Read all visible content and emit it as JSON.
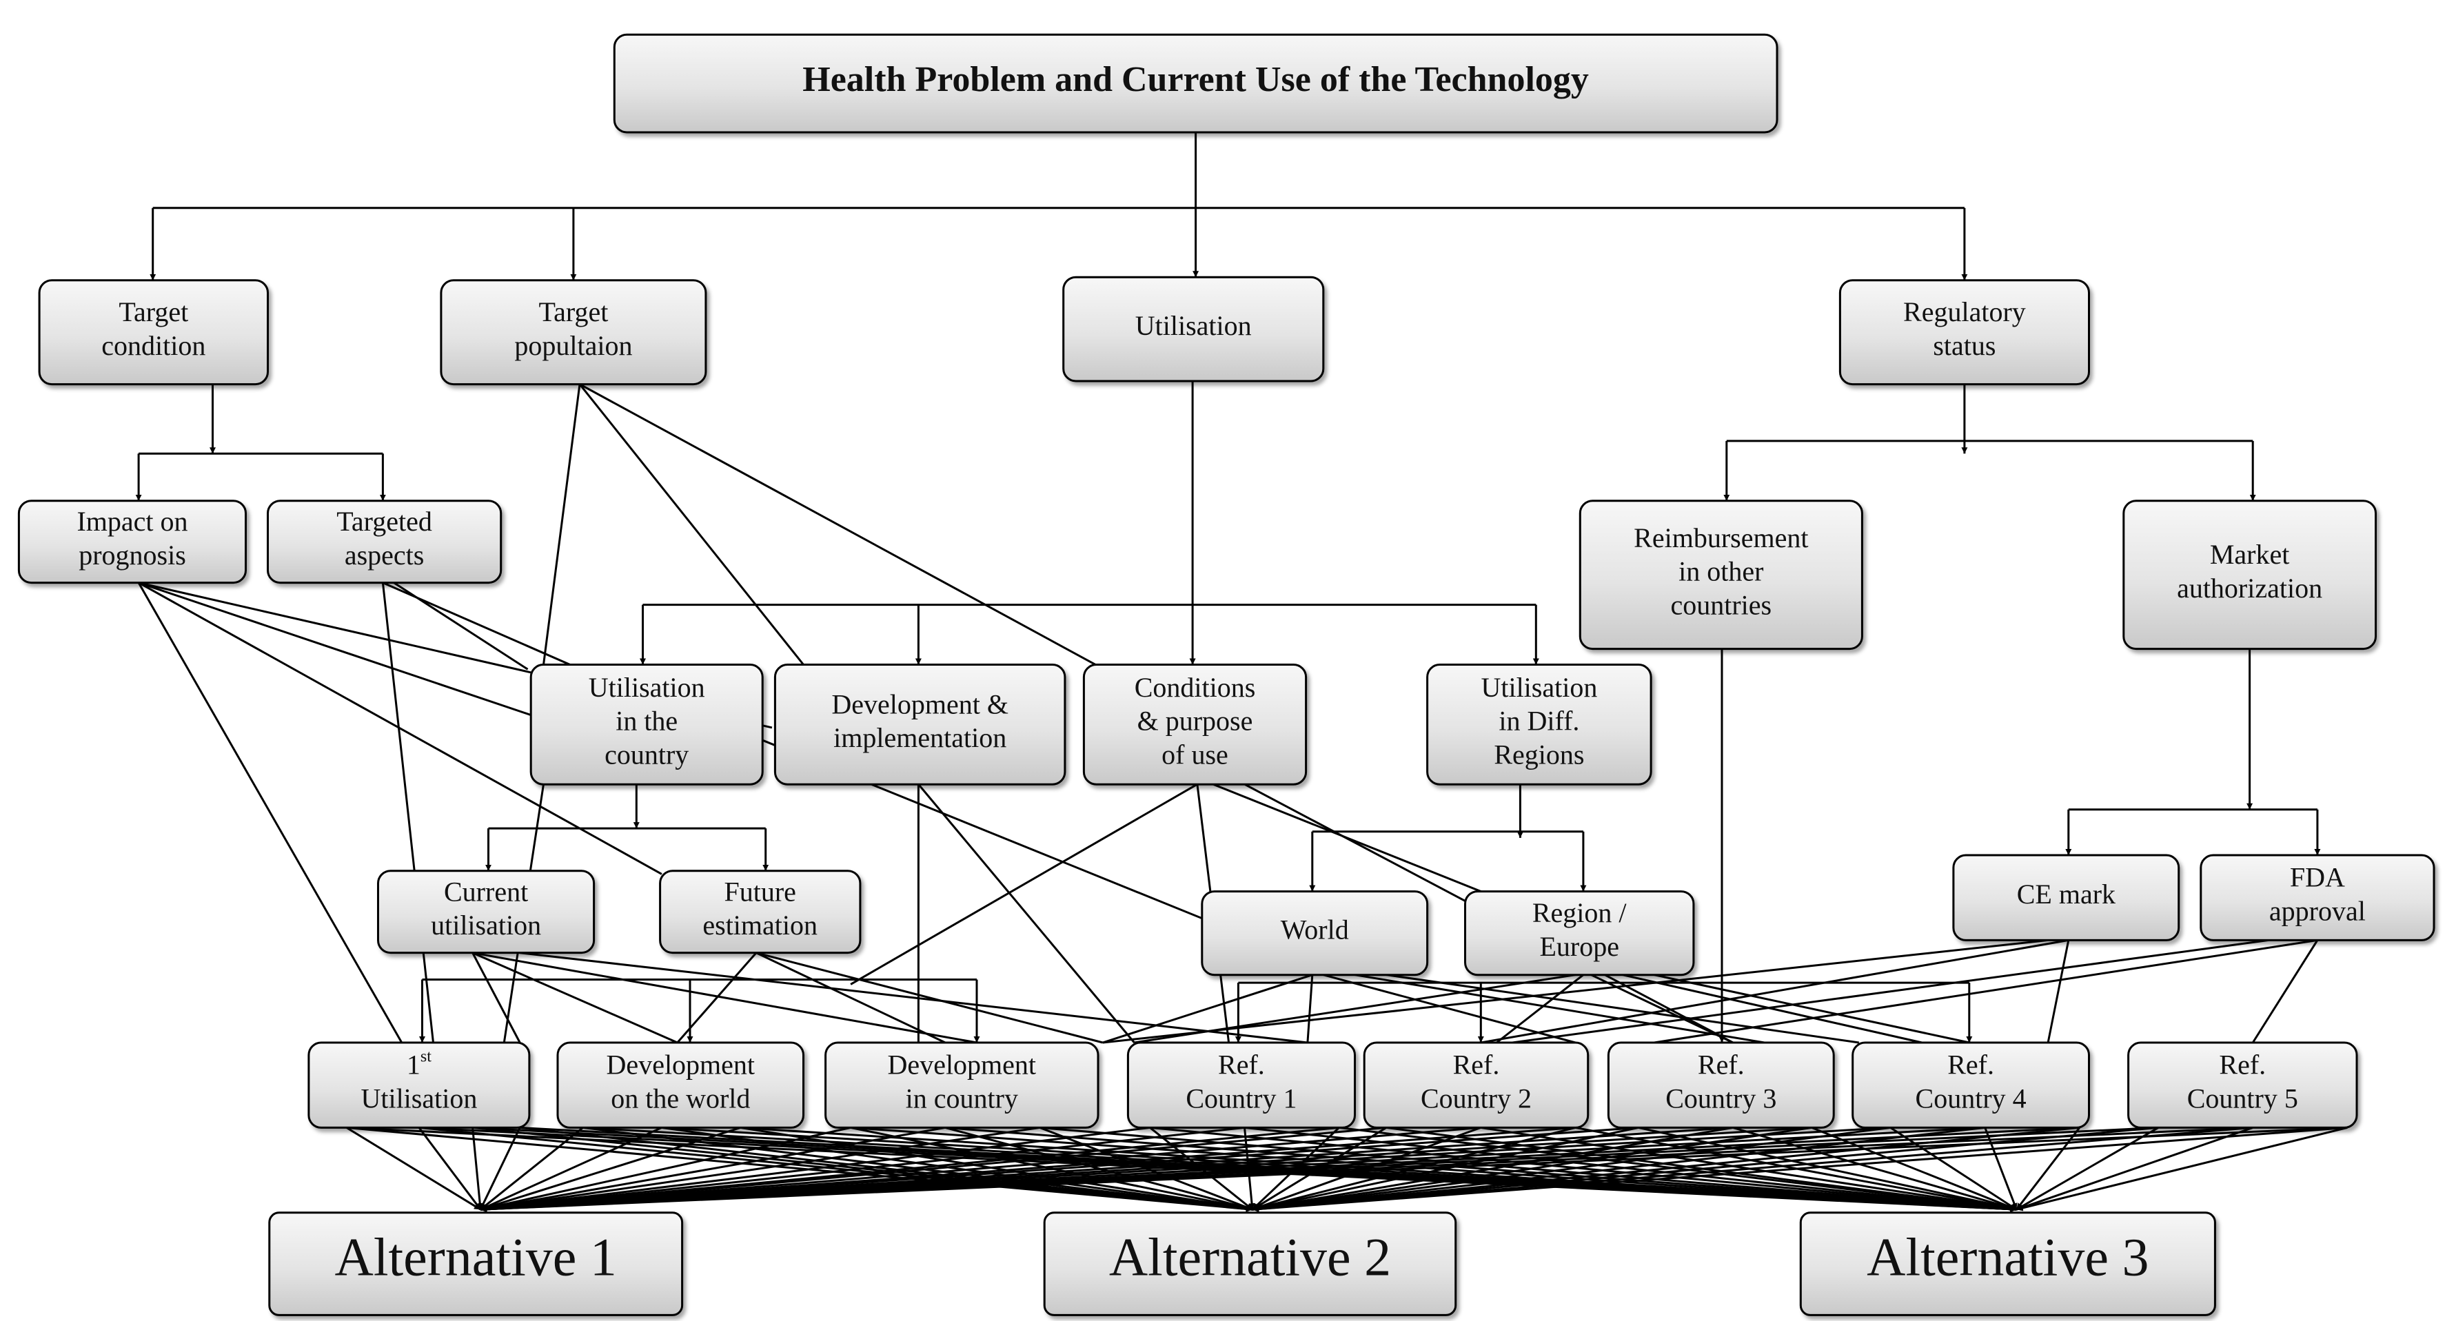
{
  "nodes": [
    {
      "id": "title",
      "lines": [
        "Health Problem and Current Use of the Technology"
      ],
      "bold": true
    },
    {
      "id": "target-condition",
      "lines": [
        "Target",
        "condition"
      ]
    },
    {
      "id": "target-population",
      "lines": [
        "Target",
        "popultaion"
      ]
    },
    {
      "id": "utilisation",
      "lines": [
        "Utilisation"
      ]
    },
    {
      "id": "regulatory-status",
      "lines": [
        "Regulatory",
        "status"
      ]
    },
    {
      "id": "impact-on-prognosis",
      "lines": [
        "Impact on",
        "prognosis"
      ]
    },
    {
      "id": "targeted-aspects",
      "lines": [
        "Targeted",
        "aspects"
      ]
    },
    {
      "id": "reimbursement",
      "lines": [
        "Reimbursement",
        "in other",
        "countries"
      ]
    },
    {
      "id": "market-authorization",
      "lines": [
        "Market",
        "authorization"
      ]
    },
    {
      "id": "utilisation-in-country",
      "lines": [
        "Utilisation",
        "in the",
        "country"
      ]
    },
    {
      "id": "development-implementation",
      "lines": [
        "Development &",
        "implementation"
      ]
    },
    {
      "id": "conditions-purpose",
      "lines": [
        "Conditions",
        "& purpose",
        "of use"
      ]
    },
    {
      "id": "utilisation-diff-regions",
      "lines": [
        "Utilisation",
        "in Diff.",
        "Regions"
      ]
    },
    {
      "id": "current-utilisation",
      "lines": [
        "Current",
        "utilisation"
      ]
    },
    {
      "id": "future-estimation",
      "lines": [
        "Future",
        "estimation"
      ]
    },
    {
      "id": "world",
      "lines": [
        "World"
      ]
    },
    {
      "id": "region-europe",
      "lines": [
        "Region /",
        "Europe"
      ]
    },
    {
      "id": "ce-mark",
      "lines": [
        "CE mark"
      ]
    },
    {
      "id": "fda-approval",
      "lines": [
        "FDA",
        "approval"
      ]
    },
    {
      "id": "first-utilisation",
      "lines": [
        "1st",
        "Utilisation"
      ]
    },
    {
      "id": "development-world",
      "lines": [
        "Development",
        "on the world"
      ]
    },
    {
      "id": "development-country",
      "lines": [
        "Development",
        "in country"
      ]
    },
    {
      "id": "ref-country-1",
      "lines": [
        "Ref.",
        "Country 1"
      ]
    },
    {
      "id": "ref-country-2",
      "lines": [
        "Ref.",
        "Country 2"
      ]
    },
    {
      "id": "ref-country-3",
      "lines": [
        "Ref.",
        "Country 3"
      ]
    },
    {
      "id": "ref-country-4",
      "lines": [
        "Ref.",
        "Country 4"
      ]
    },
    {
      "id": "ref-country-5",
      "lines": [
        "Ref.",
        "Country 5"
      ]
    },
    {
      "id": "alternative-1",
      "lines": [
        "Alternative 1"
      ]
    },
    {
      "id": "alternative-2",
      "lines": [
        "Alternative 2"
      ]
    },
    {
      "id": "alternative-3",
      "lines": [
        "Alternative 3"
      ]
    }
  ]
}
